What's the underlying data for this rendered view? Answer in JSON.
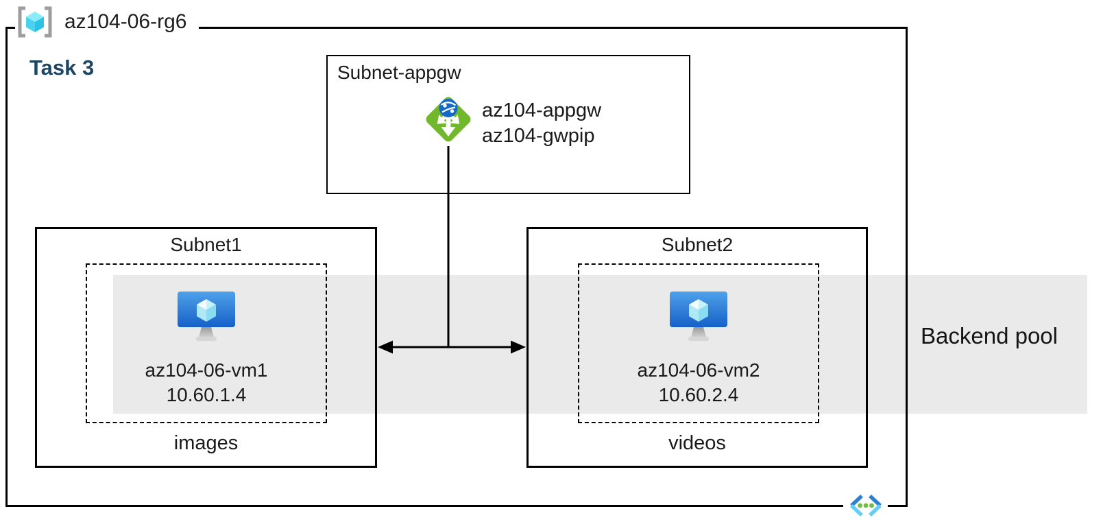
{
  "resource_group": {
    "name": "az104-06-rg6",
    "icon": "resource-group-icon"
  },
  "annotations": {
    "task": "Task 3",
    "backend_pool": "Backend pool"
  },
  "appgw_subnet": {
    "title": "Subnet-appgw",
    "icon": "application-gateway-icon",
    "labels": {
      "gateway": "az104-appgw",
      "public_ip": "az104-gwpip"
    }
  },
  "subnet1": {
    "title": "Subnet1",
    "icon": "virtual-machine-icon",
    "vm": {
      "name": "az104-06-vm1",
      "ip": "10.60.1.4"
    },
    "caption": "images"
  },
  "subnet2": {
    "title": "Subnet2",
    "icon": "virtual-machine-icon",
    "vm": {
      "name": "az104-06-vm2",
      "ip": "10.60.2.4"
    },
    "caption": "videos"
  },
  "network": {
    "icon": "virtual-network-icon"
  },
  "colors": {
    "application_gateway_green": "#72B82C",
    "globe_blue": "#1569C8",
    "vm_screen_blue_top": "#4FA1EA",
    "vm_screen_blue_bottom": "#1660C8",
    "cube_cyan": "#48D2F0",
    "backend_band_gray": "#EAEAEA",
    "task_label_navy": "#1C4664",
    "bracket_gray": "#9D9D9D",
    "vnet_chevron_blue": "#2E7FD2",
    "vnet_chevron_cyan": "#62CEF5",
    "vnet_dot_green": "#6EBE44",
    "line_black": "#000000"
  }
}
